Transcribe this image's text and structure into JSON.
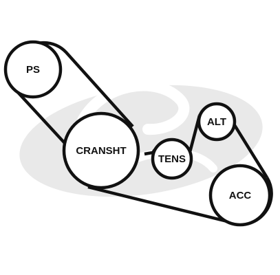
{
  "diagram": {
    "colors": {
      "stroke": "#111111",
      "fill": "#ffffff",
      "watermark": "#e9e9e9"
    },
    "pulleys": [
      {
        "id": "ps",
        "label": "PS"
      },
      {
        "id": "cransht",
        "label": "CRANSHT"
      },
      {
        "id": "tens",
        "label": "TENS"
      },
      {
        "id": "alt",
        "label": "ALT"
      },
      {
        "id": "acc",
        "label": "ACC"
      }
    ]
  }
}
